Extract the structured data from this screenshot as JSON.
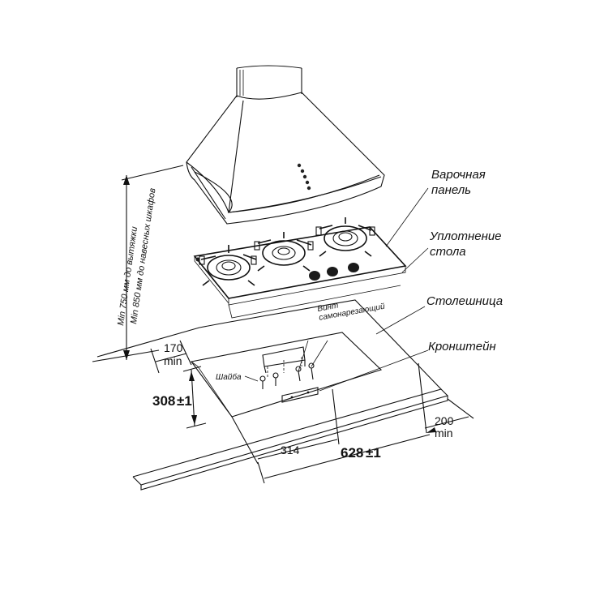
{
  "labels": {
    "hob": "Варочная\nпанель",
    "seal": "Уплотнение\nстола",
    "countertop": "Столешница",
    "bracket": "Кронштейн",
    "screw": "Винт\nсамонарезающий",
    "washer": "Шайба",
    "min_750": "Min 750 мм до вытяжки",
    "min_850": "Min 850 мм до навесных шкафов"
  },
  "dimensions": {
    "d170": "170",
    "d170_min": "min",
    "d308": "308",
    "d308_tol": "±1",
    "d314": "314",
    "d628": "628",
    "d628_tol": "±1",
    "d200": "200",
    "d200_min": "min"
  },
  "colors": {
    "line": "#111111",
    "background": "#ffffff",
    "knob": "#1a1a1a",
    "hood_lights": "#222222"
  }
}
